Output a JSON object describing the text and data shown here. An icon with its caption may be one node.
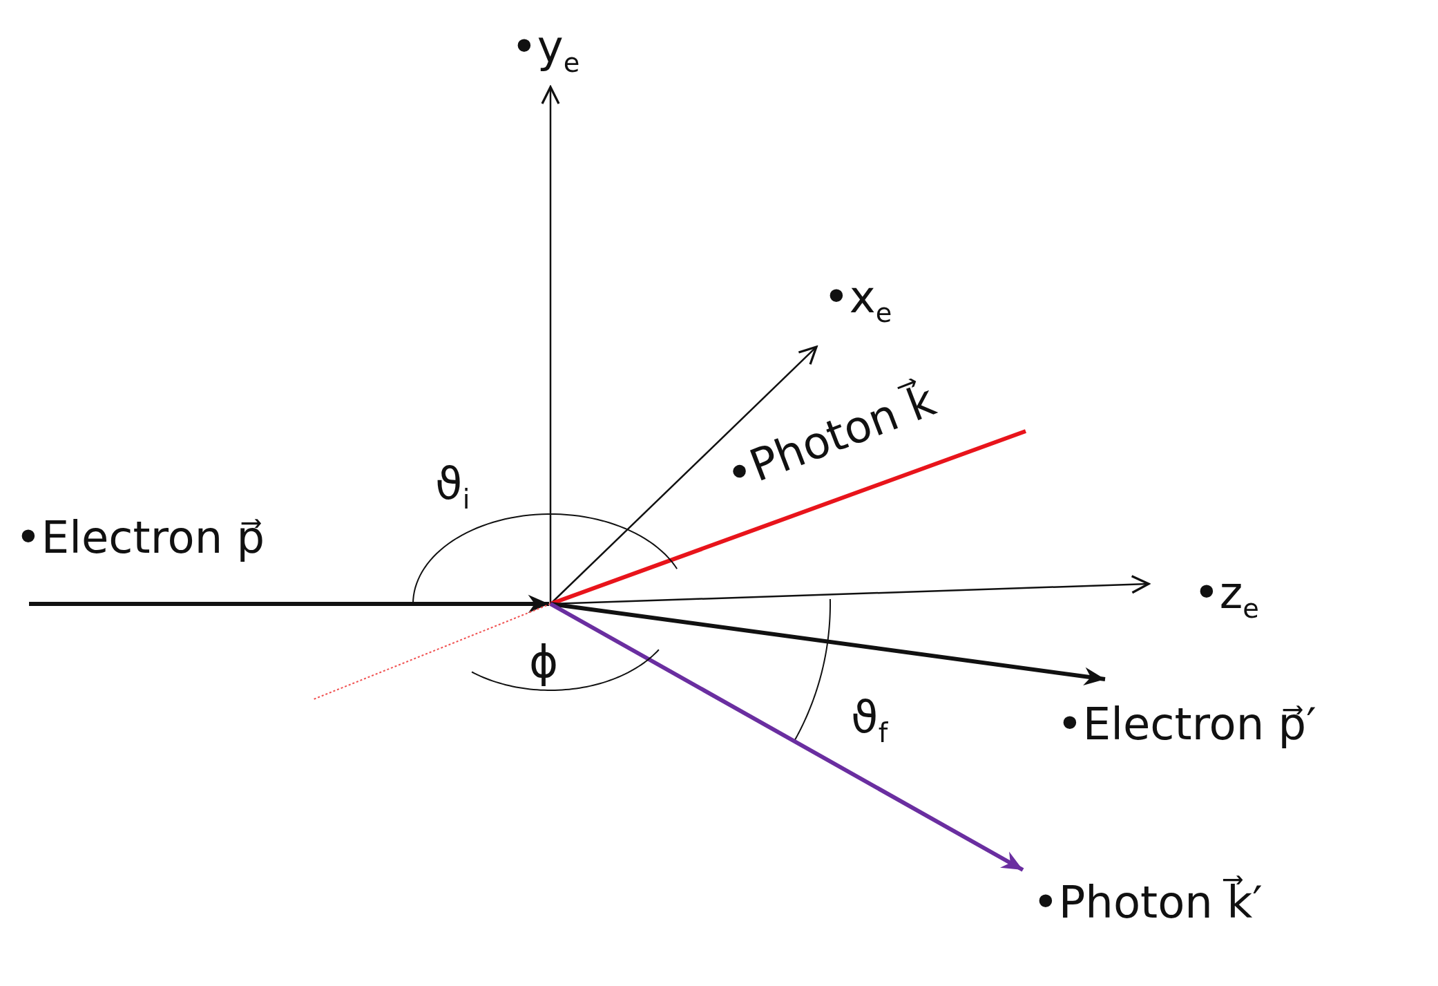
{
  "diagram": {
    "labels": [
      "•y$_{e}$",
      "•x$_{e}$",
      "•Photon k⃗",
      "ϑ$_{i}$",
      "•Electron p⃗",
      "•z$_{e}$",
      "ϕ",
      "ϑ$_{f}$",
      "•Electron p⃗′",
      "•Photon k⃗′"
    ]
  }
}
